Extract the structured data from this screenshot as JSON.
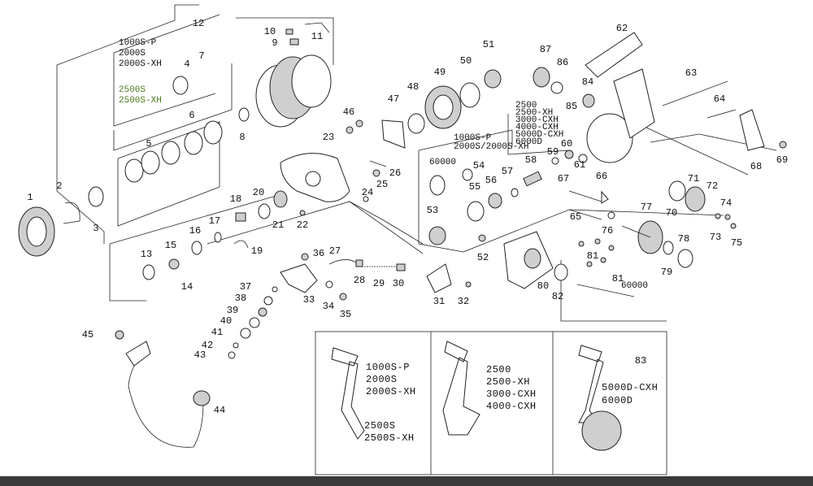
{
  "part_numbers": [
    "1",
    "2",
    "3",
    "4",
    "5",
    "6",
    "7",
    "8",
    "9",
    "10",
    "11",
    "12",
    "13",
    "14",
    "15",
    "16",
    "17",
    "18",
    "19",
    "20",
    "21",
    "22",
    "23",
    "24",
    "25",
    "26",
    "27",
    "28",
    "29",
    "30",
    "31",
    "32",
    "33",
    "34",
    "35",
    "36",
    "37",
    "38",
    "39",
    "40",
    "41",
    "42",
    "43",
    "44",
    "45",
    "46",
    "47",
    "48",
    "49",
    "50",
    "51",
    "52",
    "53",
    "54",
    "55",
    "56",
    "57",
    "58",
    "59",
    "60",
    "61",
    "62",
    "63",
    "64",
    "65",
    "66",
    "67",
    "68",
    "69",
    "70",
    "71",
    "72",
    "73",
    "74",
    "75",
    "76",
    "77",
    "78",
    "79",
    "80",
    "81",
    "82",
    "83",
    "84",
    "85",
    "86",
    "87"
  ],
  "variants": {
    "spool_black": [
      "1000S-P",
      "2000S",
      "2000S-XH"
    ],
    "spool_green": [
      "2500S",
      "2500S-XH"
    ],
    "body_60000": "60000",
    "body_versions": "1000S-P\n2000S/2000S-XH",
    "rotor_60000": "60000",
    "gear_60000": "60000",
    "list_87": [
      "2500",
      "2500-XH",
      "3000-CXH",
      "4000-CXH",
      "5000D-CXH",
      "6000D"
    ]
  },
  "handles": {
    "left_black": [
      "1000S-P",
      "2000S",
      "2000S-XH"
    ],
    "left_green": [
      "2500S",
      "2500S-XH"
    ],
    "middle": [
      "2500",
      "2500-XH",
      "3000-CXH",
      "4000-CXH"
    ],
    "right": [
      "5000D-CXH",
      "6000D"
    ]
  },
  "colors": {
    "line": "#222222",
    "green": "#4a7a1a",
    "footer": "#3a3a3a"
  }
}
